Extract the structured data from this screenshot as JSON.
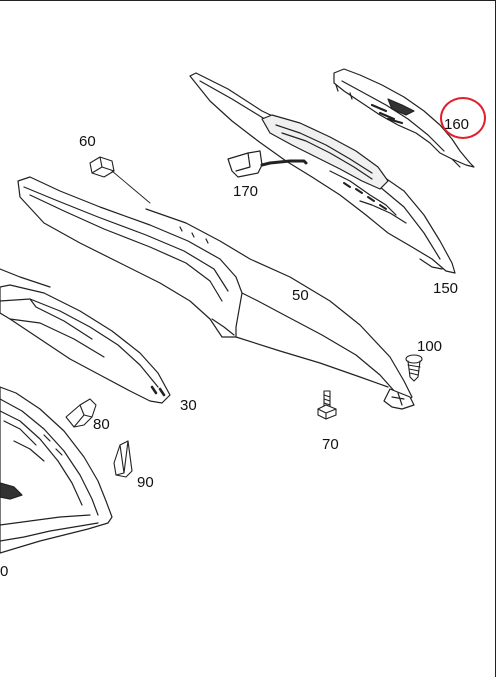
{
  "diagram": {
    "callouts": [
      {
        "id": "p60",
        "label": "60"
      },
      {
        "id": "p170",
        "label": "170"
      },
      {
        "id": "p160",
        "label": "160",
        "highlighted": true
      },
      {
        "id": "p150",
        "label": "150"
      },
      {
        "id": "p50",
        "label": "50"
      },
      {
        "id": "p100",
        "label": "100"
      },
      {
        "id": "p30",
        "label": "30"
      },
      {
        "id": "p80",
        "label": "80"
      },
      {
        "id": "p70",
        "label": "70"
      },
      {
        "id": "p90",
        "label": "90"
      },
      {
        "id": "p10",
        "label": "0"
      }
    ],
    "colors": {
      "line": "#222222",
      "highlight": "#e0202a"
    }
  }
}
